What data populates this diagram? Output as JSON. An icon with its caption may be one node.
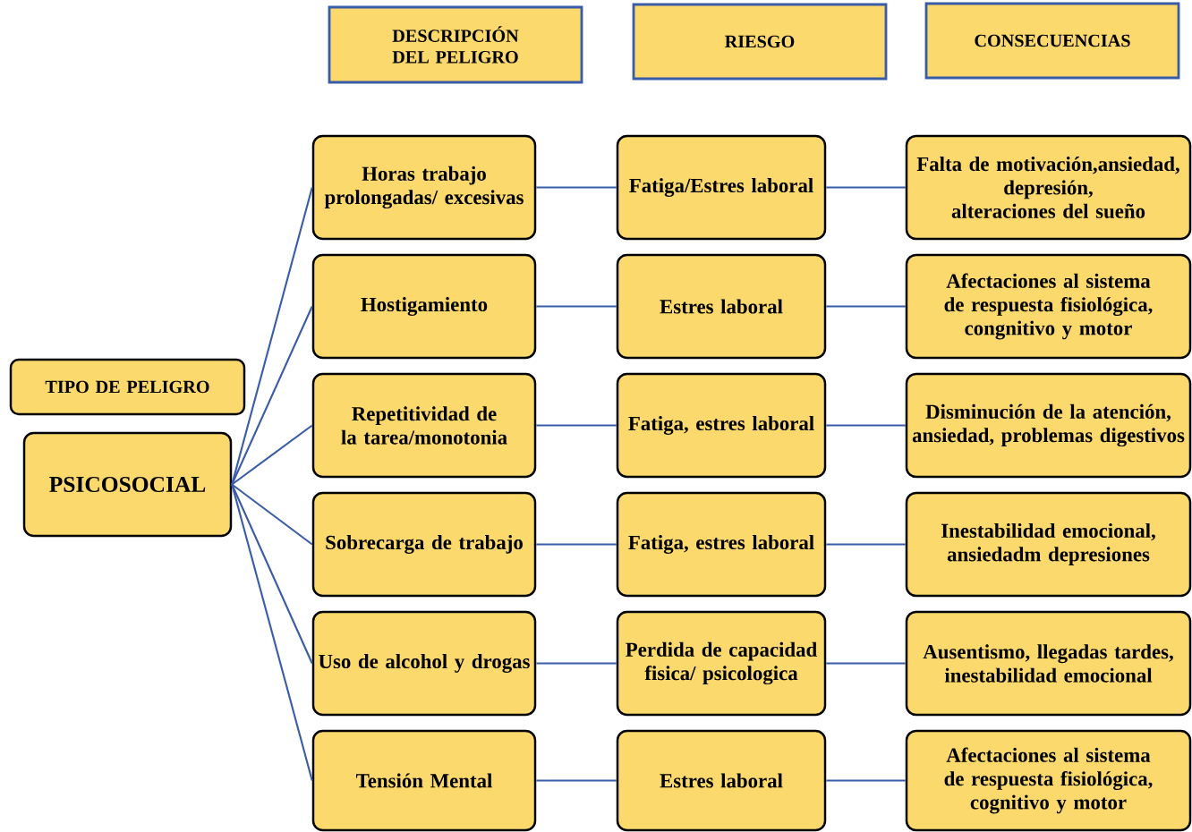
{
  "diagram": {
    "nodes": [
      {
        "text": [
          "DESCRIPCIÓN DEL PELIGRO"
        ]
      },
      {
        "text": [
          "RIESGO"
        ]
      },
      {
        "text": [
          "CONSECUENCIAS"
        ]
      },
      {
        "text": [
          "TIPO DE PELIGRO"
        ]
      },
      {
        "text": [
          "PSICOSOCIAL"
        ]
      },
      {
        "text": [
          "Horas trabajo prolongadas/ excesivas"
        ]
      },
      {
        "text": [
          "Fatiga/Estres laboral"
        ]
      },
      {
        "text": [
          "Falta de motivación,ansiedad, depresión, alteraciones del sueño"
        ]
      },
      {
        "text": [
          "Hostigamiento"
        ]
      },
      {
        "text": [
          "Estres laboral"
        ]
      },
      {
        "text": [
          "Afectaciones al sistema de respuesta fisiológica, congnitivo y motor"
        ]
      },
      {
        "text": [
          "Repetitividad de la tarea/monotonia"
        ]
      },
      {
        "text": [
          "Fatiga, estres laboral"
        ]
      },
      {
        "text": [
          "Disminución de la atención, ansiedad, problemas digestivos"
        ]
      },
      {
        "text": [
          "Sobrecarga de trabajo"
        ]
      },
      {
        "text": [
          "Fatiga, estres laboral"
        ]
      },
      {
        "text": [
          "Inestabilidad emocional, ansiedadm depresiones"
        ]
      },
      {
        "text": [
          "Uso de alcohol y drogas"
        ]
      },
      {
        "text": [
          "Perdida de capacidad fisica/ psicologica"
        ]
      },
      {
        "text": [
          "Ausentismo, llegadas tardes, inestabilidad emocional"
        ]
      },
      {
        "text": [
          "Tensión Mental"
        ]
      },
      {
        "text": [
          "Estres laboral"
        ]
      },
      {
        "text": [
          "Afectaciones al sistema de respuesta fisiológica, cognitivo y motor"
        ]
      }
    ],
    "edges": [
      {
        "from": 4,
        "to": 5,
        "arrow": "none"
      },
      {
        "from": 4,
        "to": 8,
        "arrow": "none"
      },
      {
        "from": 4,
        "to": 11,
        "arrow": "none"
      },
      {
        "from": 4,
        "to": 14,
        "arrow": "none"
      },
      {
        "from": 4,
        "to": 17,
        "arrow": "none"
      },
      {
        "from": 4,
        "to": 20,
        "arrow": "none"
      },
      {
        "from": 5,
        "to": 6,
        "arrow": "none"
      },
      {
        "from": 6,
        "to": 7,
        "arrow": "none"
      },
      {
        "from": 8,
        "to": 9,
        "arrow": "none"
      },
      {
        "from": 9,
        "to": 10,
        "arrow": "none"
      },
      {
        "from": 11,
        "to": 12,
        "arrow": "none"
      },
      {
        "from": 12,
        "to": 13,
        "arrow": "none"
      },
      {
        "from": 14,
        "to": 15,
        "arrow": "none"
      },
      {
        "from": 15,
        "to": 16,
        "arrow": "none"
      },
      {
        "from": 17,
        "to": 18,
        "arrow": "none"
      },
      {
        "from": 18,
        "to": 19,
        "arrow": "none"
      },
      {
        "from": 20,
        "to": 21,
        "arrow": "none"
      },
      {
        "from": 21,
        "to": 22,
        "arrow": "none"
      }
    ]
  }
}
